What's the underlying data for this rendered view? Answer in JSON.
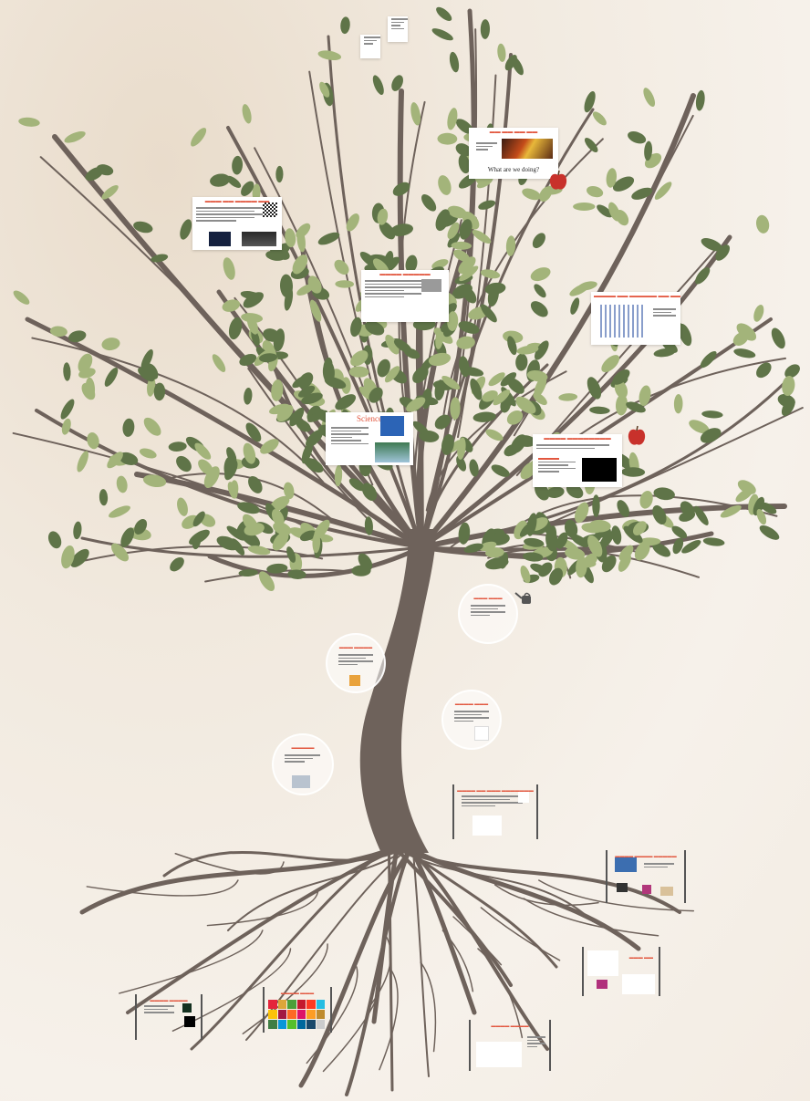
{
  "canvas": {
    "background": "#f3ece3",
    "trunk_color": "#6e625b",
    "leaf_dark": "#5f7448",
    "leaf_light": "#a3b47a"
  },
  "frames": {
    "news": {
      "question": "What are we doing?"
    },
    "science": {
      "title": "Science"
    }
  },
  "icons": [
    "apple-icon",
    "watering-can-icon",
    "sdg-tiles"
  ],
  "accent": "#e2573f"
}
